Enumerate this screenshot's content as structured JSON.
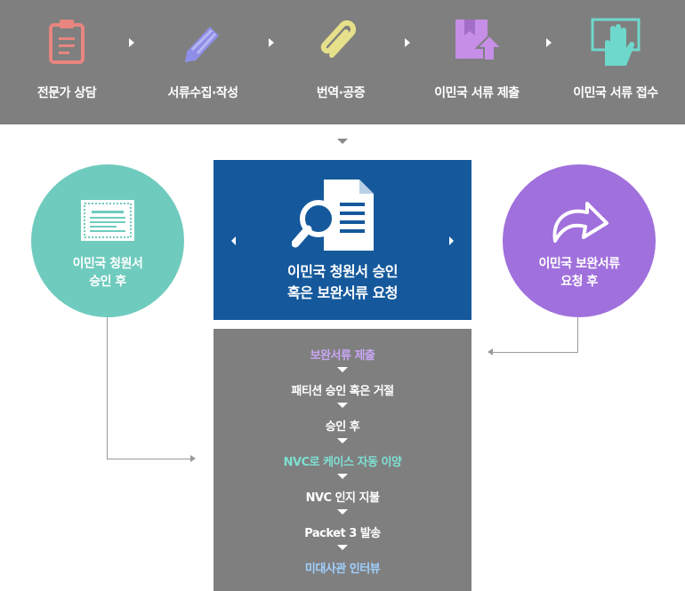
{
  "top_steps": [
    {
      "label": "전문가 상담",
      "icon": "clipboard-icon",
      "color": "#e8857f"
    },
    {
      "label": "서류수집·작성",
      "icon": "pencil-icon",
      "color": "#8e8ee8"
    },
    {
      "label": "번역·공증",
      "icon": "paperclip-icon",
      "color": "#e6e08a"
    },
    {
      "label": "이민국 서류 제출",
      "icon": "upload-document-icon",
      "color": "#c68ee6"
    },
    {
      "label": "이민국 서류 접수",
      "icon": "hand-receive-icon",
      "color": "#6fd8cc"
    }
  ],
  "left_circle": {
    "line1": "이민국 청원서",
    "line2": "승인 후",
    "icon": "certificate-icon",
    "color": "#6fcbbd"
  },
  "right_circle": {
    "line1": "이민국 보완서류",
    "line2": "요청 후",
    "icon": "redo-arrow-icon",
    "color": "#a070dc"
  },
  "center_box": {
    "line1": "이민국 청원서 승인",
    "line2": "혹은 보완서류 요청",
    "icon": "document-search-icon",
    "color": "#15599c"
  },
  "flow_steps": [
    {
      "label": "보완서류 제출",
      "color": "#c9a6f4"
    },
    {
      "label": "패티션 승인 혹은 거절",
      "color": "#ffffff"
    },
    {
      "label": "승인 후",
      "color": "#ffffff"
    },
    {
      "label": "NVC로 케이스 자동 이양",
      "color": "#7ee0d2"
    },
    {
      "label": "NVC 인지 지불",
      "color": "#ffffff"
    },
    {
      "label": "Packet 3 발송",
      "color": "#ffffff"
    },
    {
      "label": "미대사관 인터뷰",
      "color": "#9fd0ff"
    }
  ]
}
